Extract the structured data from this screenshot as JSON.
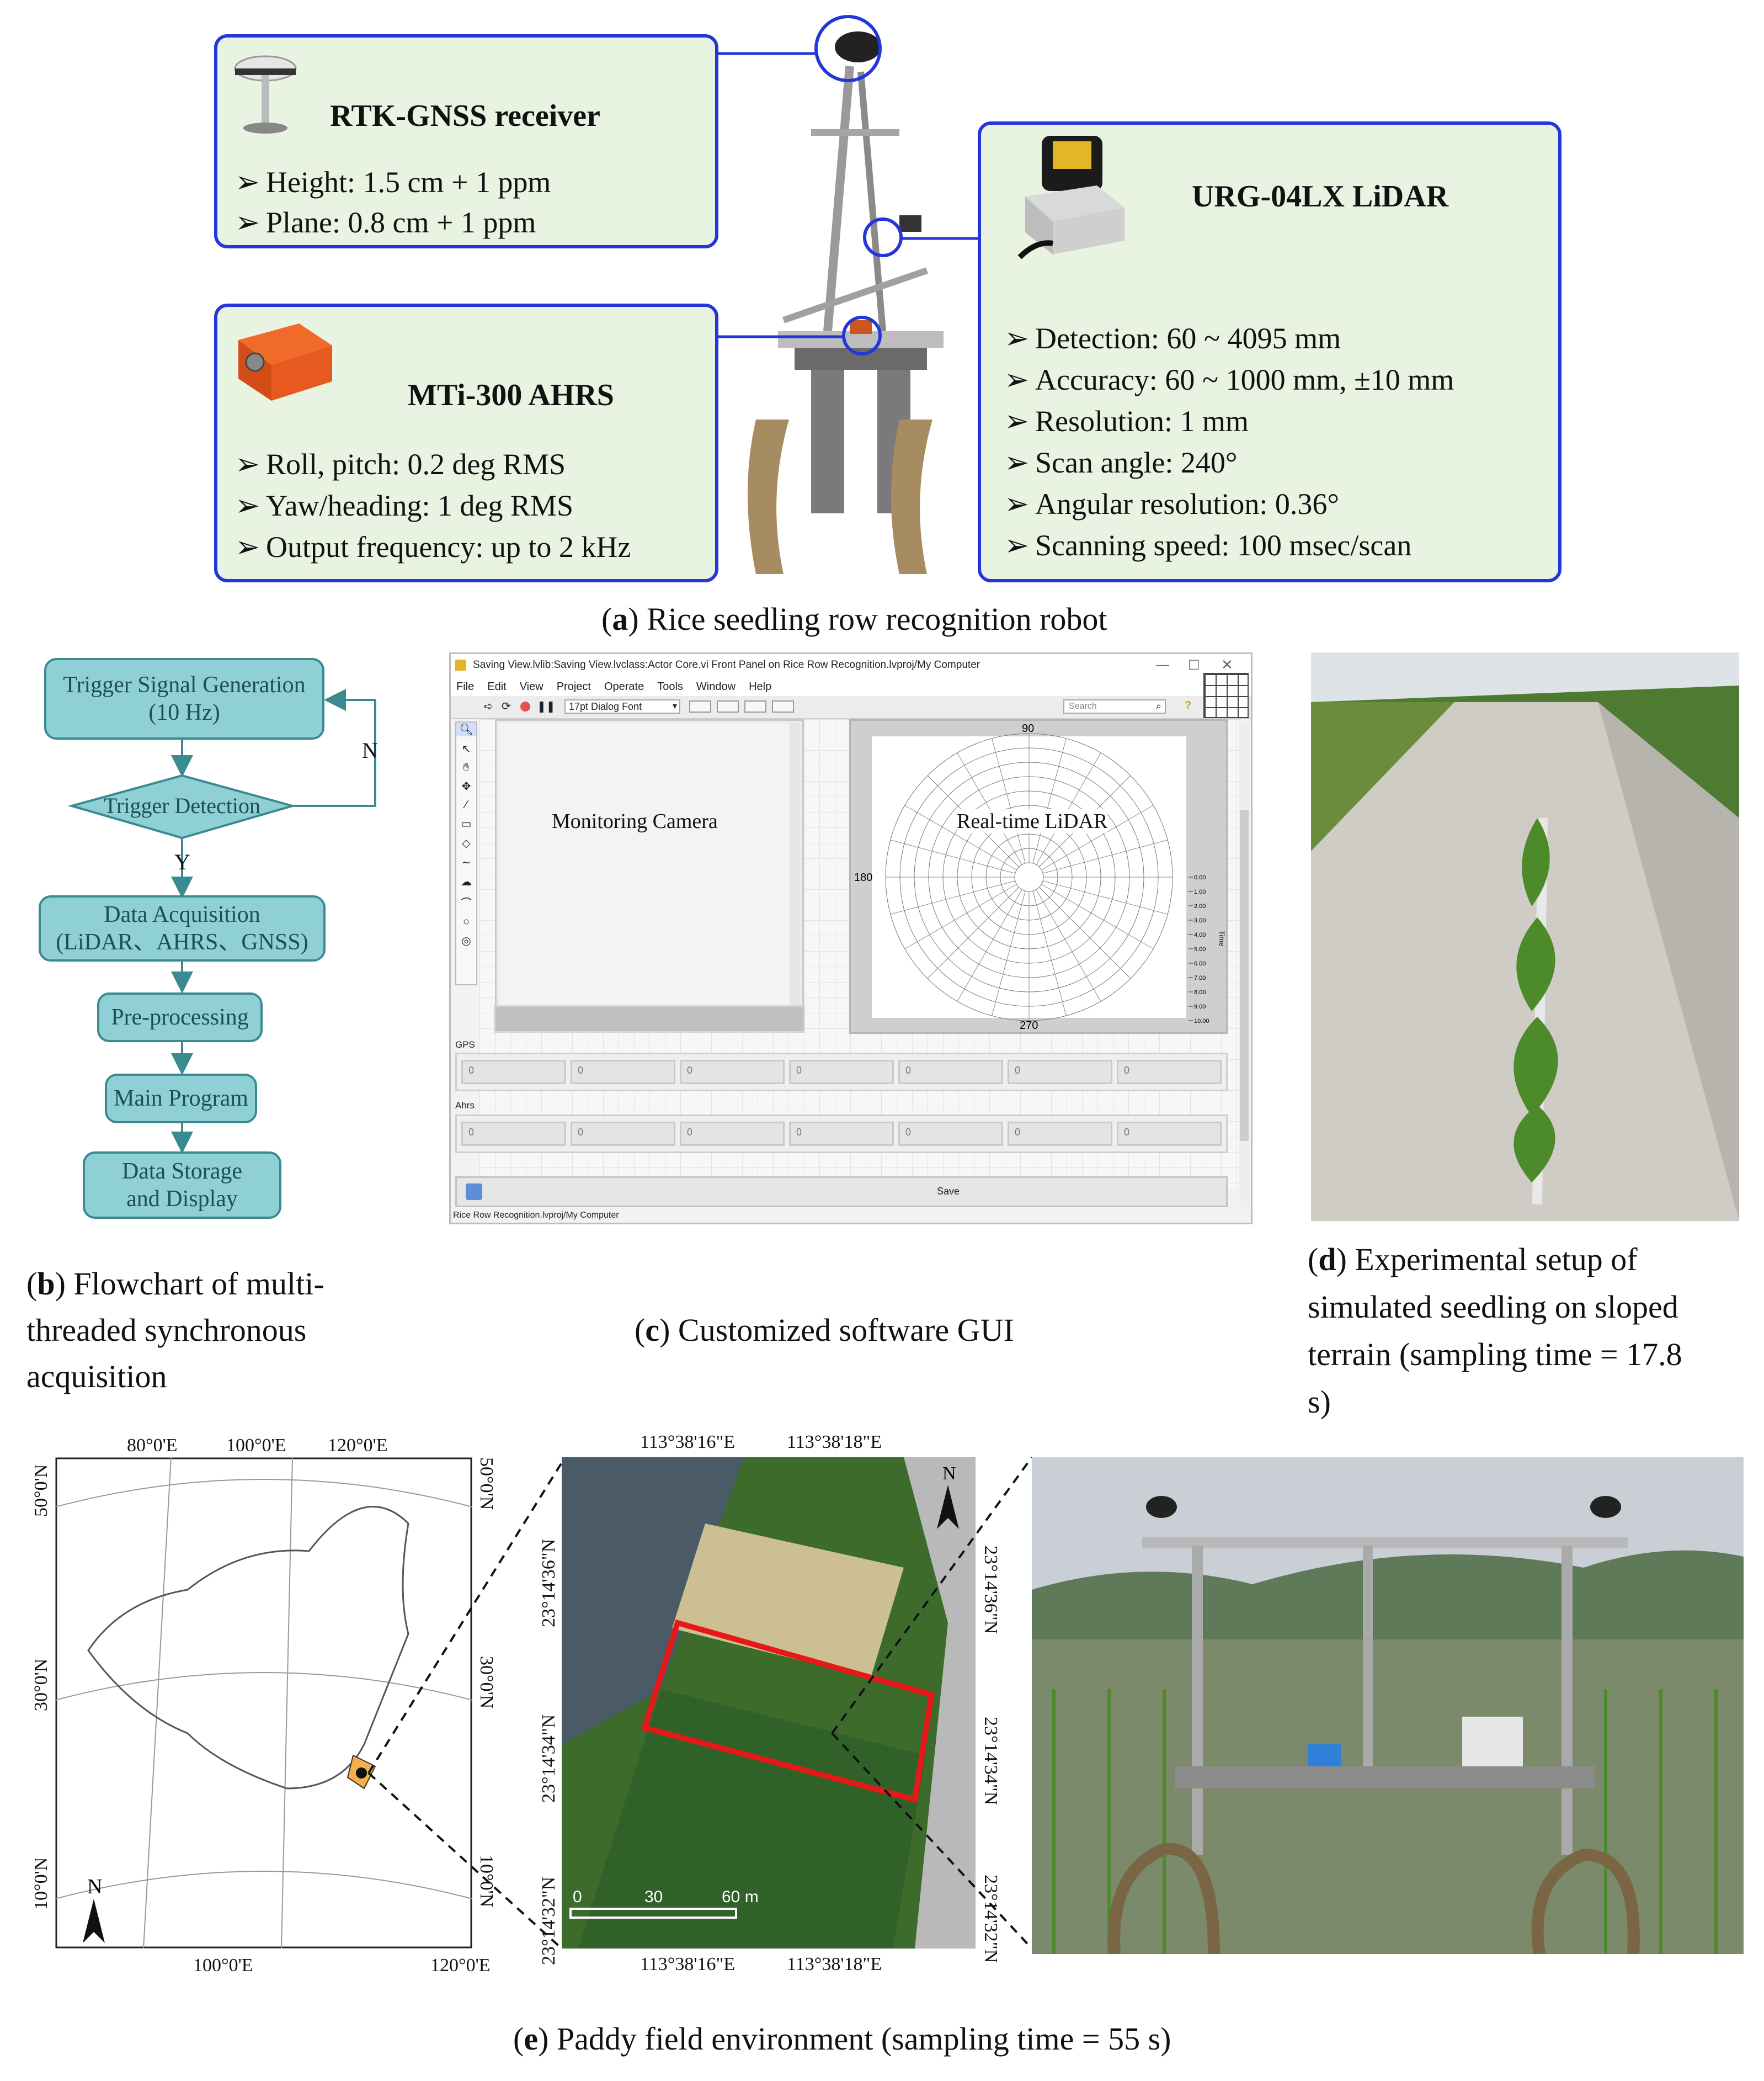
{
  "panel_a": {
    "rtk": {
      "title": "RTK-GNSS receiver",
      "specs": [
        "Height: 1.5 cm + 1 ppm",
        "Plane: 0.8 cm + 1 ppm"
      ]
    },
    "mti": {
      "title": "MTi-300 AHRS",
      "specs": [
        "Roll, pitch: 0.2 deg RMS",
        "Yaw/heading: 1 deg RMS",
        "Output frequency: up to 2 kHz"
      ]
    },
    "urg": {
      "title": "URG-04LX LiDAR",
      "specs": [
        "Detection: 60 ~ 4095 mm",
        "Accuracy: 60 ~ 1000 mm, ±10 mm",
        "Resolution: 1 mm",
        "Scan angle: 240°",
        "Angular resolution: 0.36°",
        "Scanning speed: 100 msec/scan"
      ]
    },
    "caption_letter": "a",
    "caption_text": " Rice seedling row recognition robot"
  },
  "panel_b": {
    "boxes": {
      "trigger_gen": "Trigger Signal Generation (10 Hz)",
      "trigger_det": "Trigger Detection",
      "acq_line1": "Data Acquisition",
      "acq_line2": "(LiDAR、AHRS、GNSS)",
      "pre": "Pre-processing",
      "main": "Main Program",
      "storage": "Data Storage and Display"
    },
    "label_no": "N",
    "label_yes": "Y",
    "caption_letter": "b",
    "caption_lines": [
      ") Flowchart of multi-",
      "threaded synchronous",
      "acquisition"
    ]
  },
  "panel_c": {
    "window_title": "Saving View.lvlib:Saving View.lvclass:Actor Core.vi Front Panel on Rice Row Recognition.lvproj/My Computer",
    "menu": [
      "File",
      "Edit",
      "View",
      "Project",
      "Operate",
      "Tools",
      "Window",
      "Help"
    ],
    "font_select": "17pt Dialog Font",
    "search_placeholder": "Search",
    "camera_label": "Monitoring Camera",
    "lidar_label": "Real-time LiDAR",
    "polar_top": "90",
    "polar_left": "180",
    "polar_bottom": "270",
    "radial_ticks": [
      "0.00",
      "1.00",
      "2.00",
      "3.00",
      "4.00",
      "5.00",
      "6.00",
      "7.00",
      "8.00",
      "9.00",
      "10.00"
    ],
    "radial_axis_label": "Time",
    "gps_label": "GPS",
    "ahrs_label": "Ahrs",
    "gps_values": [
      "0",
      "0",
      "0",
      "0",
      "0",
      "0",
      "0"
    ],
    "ahrs_values": [
      "0",
      "0",
      "0",
      "0",
      "0",
      "0",
      "0"
    ],
    "save_label": "Save",
    "status_path": "Rice Row Recognition.lvproj/My Computer",
    "caption_letter": "c",
    "caption_text": " Customized software GUI"
  },
  "panel_d": {
    "caption_letter": "d",
    "caption_lines": [
      ") Experimental setup of",
      "simulated seedling on sloped",
      "terrain (sampling time = 17.8",
      "s)"
    ]
  },
  "panel_e": {
    "map1_top_lon": [
      "80°0'E",
      "100°0'E",
      "120°0'E"
    ],
    "map1_bottom_lon": [
      "100°0'E",
      "120°0'E"
    ],
    "map1_left_lat": [
      "50°0'N",
      "30°0'N",
      "10°0'N"
    ],
    "map1_right_lat": [
      "50°0'N",
      "30°0'N",
      "10°0'N"
    ],
    "north": "N",
    "map2_top_lon": [
      "113°38'16\"E",
      "113°38'18\"E"
    ],
    "map2_bottom_lon": [
      "113°38'16\"E",
      "113°38'18\"E"
    ],
    "map2_left_lat": [
      "23°14'36\"N",
      "23°14'34\"N",
      "23°14'32\"N"
    ],
    "map2_right_lat": [
      "23°14'36\"N",
      "23°14'34\"N",
      "23°14'32\"N"
    ],
    "scale_labels": [
      "0",
      "30",
      "60 m"
    ],
    "caption_letter": "e",
    "caption_text": " Paddy field environment (sampling time = 55 s)"
  },
  "colors": {
    "card_border": "#2436d9",
    "card_fill": "#e8f3e2",
    "flow_fill": "#8fd0d4",
    "flow_border": "#3a8a92",
    "field_outline": "#e81818",
    "province": "#f5b04a"
  }
}
